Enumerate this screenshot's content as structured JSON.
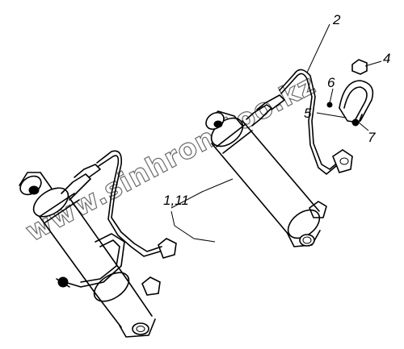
{
  "callouts": {
    "c1": "2",
    "c2": "4",
    "c3": "6",
    "c4": "5",
    "c5": "7",
    "c6": "1,11"
  },
  "watermark": "www.sinhron-too.kz"
}
